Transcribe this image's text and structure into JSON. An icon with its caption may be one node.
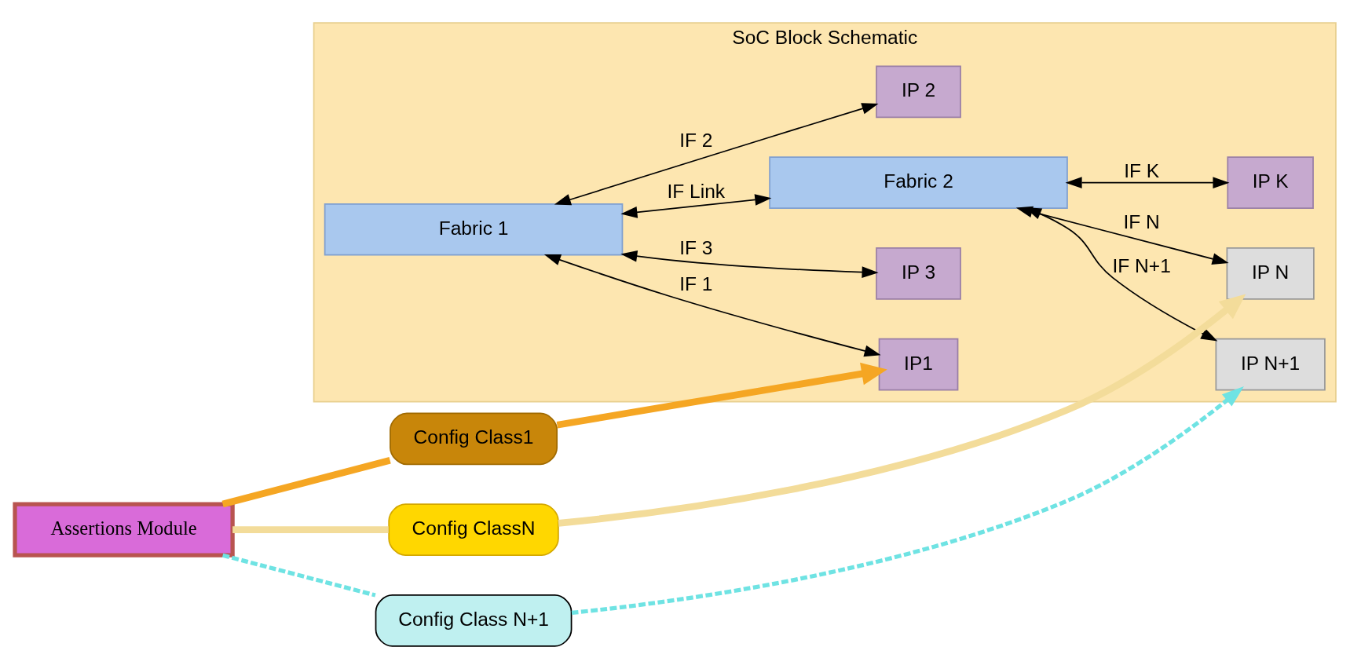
{
  "diagram": {
    "nodes": [
      {
        "text": [
          "SoC Block Schematic"
        ]
      },
      {
        "text": [
          "Fabric 1"
        ],
        "in": 0
      },
      {
        "text": [
          "IP1"
        ],
        "in": 0
      },
      {
        "text": [
          "IP 2"
        ],
        "in": 0
      },
      {
        "text": [
          "IP 3"
        ],
        "in": 0
      },
      {
        "text": [
          "Fabric 2"
        ],
        "in": 0
      },
      {
        "text": [
          "IP N"
        ],
        "in": 0
      },
      {
        "text": [
          "IP N+1"
        ],
        "in": 0
      },
      {
        "text": [
          "IP K"
        ],
        "in": 0
      },
      {
        "text": [
          "Assertions Module"
        ]
      },
      {
        "text": [
          "Config Class1"
        ]
      },
      {
        "text": [
          "Config ClassN"
        ]
      },
      {
        "text": [
          "Config Class N+1"
        ]
      }
    ],
    "edges": [
      {
        "from": 1,
        "to": 2,
        "arrow": "both",
        "label": "IF 1"
      },
      {
        "from": 1,
        "to": 3,
        "arrow": "both",
        "label": "IF 2"
      },
      {
        "from": 1,
        "to": 4,
        "arrow": "both",
        "label": "IF 3"
      },
      {
        "from": 1,
        "to": 5,
        "arrow": "both",
        "label": "IF Link"
      },
      {
        "from": 5,
        "to": 6,
        "arrow": "both",
        "label": "IF N"
      },
      {
        "from": 5,
        "to": 7,
        "arrow": "both",
        "label": "IF N+1"
      },
      {
        "from": 5,
        "to": 8,
        "arrow": "both",
        "label": "IF K"
      },
      {
        "from": 9,
        "to": 10,
        "arrow": "none",
        "style": "thick",
        "color": "#f5a623"
      },
      {
        "from": 10,
        "to": 2,
        "arrow": "to",
        "style": "thick",
        "color": "#f5a623"
      },
      {
        "from": 9,
        "to": 11,
        "arrow": "none",
        "style": "thick",
        "color": "#f3dc9a"
      },
      {
        "from": 11,
        "to": 6,
        "arrow": "to",
        "style": "thick",
        "color": "#f3dc9a"
      },
      {
        "from": 9,
        "to": 12,
        "arrow": "none",
        "style": "dashed",
        "color": "#6fe3e3"
      },
      {
        "from": 12,
        "to": 7,
        "arrow": "to",
        "style": "dashed",
        "color": "#6fe3e3"
      }
    ]
  }
}
